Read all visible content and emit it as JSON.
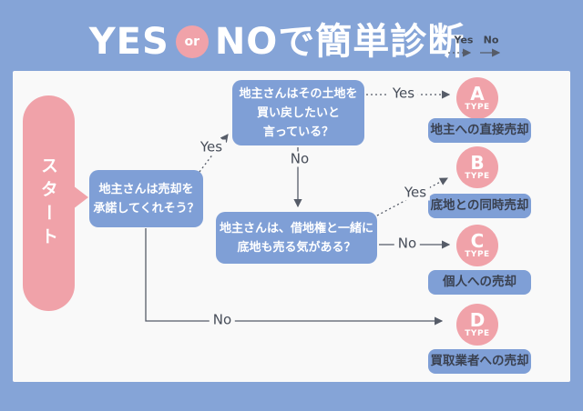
{
  "title": {
    "yes": "YES",
    "or": "or",
    "no_rest": "NOで簡単診断"
  },
  "legend": {
    "yes_label": "Yes",
    "no_label": "No"
  },
  "flowchart": {
    "start": {
      "label": "スタート"
    },
    "questions": [
      {
        "lines": [
          "地主さんは売却を",
          "承諾してくれそう？"
        ]
      },
      {
        "lines": [
          "地主さんはその土地を",
          "買い戻したいと",
          "言っている？"
        ]
      },
      {
        "lines": [
          "地主さんは、借地権と一緒に",
          "底地も売る気がある？"
        ]
      }
    ],
    "edges": {
      "q1_yes": "Yes",
      "q1_no": "No",
      "q2_yes": "Yes",
      "q2_no": "No",
      "q3_yes": "Yes",
      "q3_no": "No"
    },
    "results": [
      {
        "letter": "A",
        "type_label": "TYPE",
        "label": "地主への直接売却"
      },
      {
        "letter": "B",
        "type_label": "TYPE",
        "label": "底地との同時売却"
      },
      {
        "letter": "C",
        "type_label": "TYPE",
        "label": "個人への売却"
      },
      {
        "letter": "D",
        "type_label": "TYPE",
        "label": "買取業者への売却"
      }
    ]
  },
  "colors": {
    "background": "#85a4d7",
    "panel": "#f9f9f9",
    "box_blue": "#7f9fd6",
    "pink": "#f0a2a9",
    "dark_text": "#3a4150",
    "arrow": "#565c68",
    "white_text": "#ffffff"
  }
}
